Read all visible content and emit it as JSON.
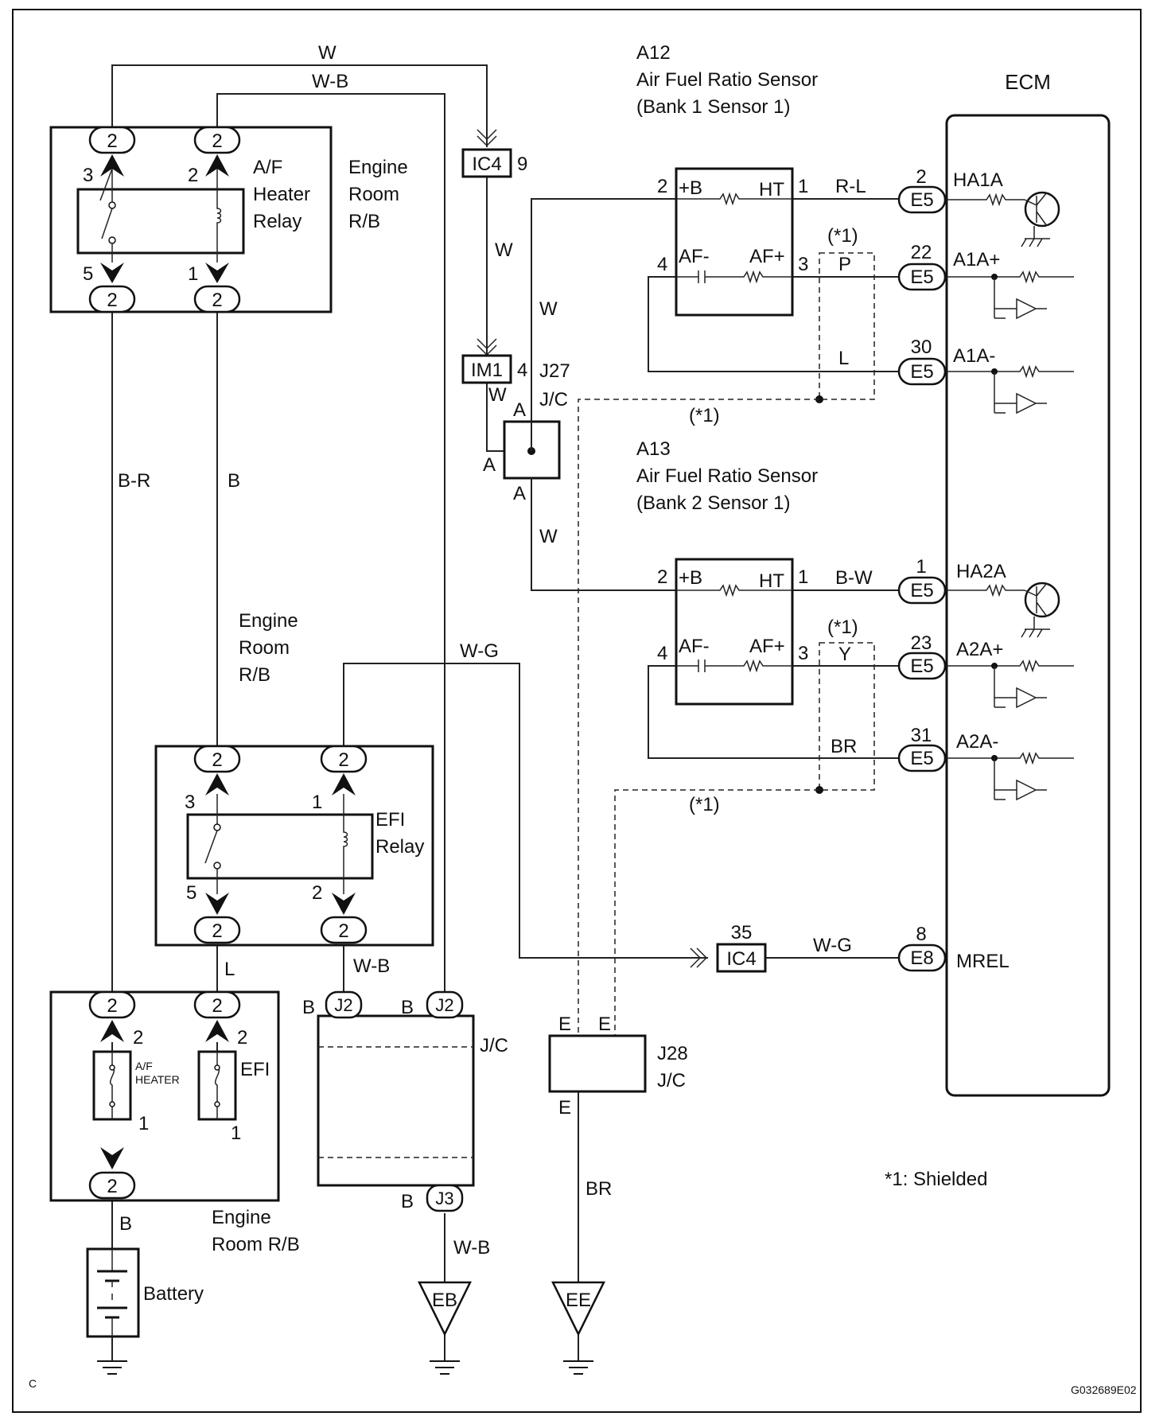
{
  "components": {
    "af_heater_relay": [
      "A/F",
      "Heater",
      "Relay"
    ],
    "engine_room_rb_top": [
      "Engine",
      "Room",
      "R/B"
    ],
    "engine_room_rb_mid": [
      "Engine",
      "Room",
      "R/B"
    ],
    "efi_relay": [
      "EFI",
      "Relay"
    ],
    "engine_room_rb_bottom": [
      "Engine",
      "Room R/B"
    ],
    "fuse_af_heater": [
      "A/F",
      "HEATER"
    ],
    "fuse_efi": "EFI",
    "battery": "Battery",
    "jc_mid": "J/C",
    "j27": [
      "J27",
      "J/C"
    ],
    "j28": [
      "J28",
      "J/C"
    ],
    "ecm": "ECM",
    "a12": [
      "A12",
      "Air Fuel Ratio Sensor",
      "(Bank 1 Sensor 1)"
    ],
    "a13": [
      "A13",
      "Air Fuel Ratio Sensor",
      "(Bank 2 Sensor 1)"
    ],
    "ground_eb": "EB",
    "ground_ee": "EE"
  },
  "connectors": {
    "ic4_top": {
      "id": "IC4",
      "pin": "9"
    },
    "im1": {
      "id": "IM1",
      "pin": "4"
    },
    "ic4_bottom": {
      "id": "IC4",
      "pin": "35"
    },
    "j2_left": {
      "id": "J2",
      "pin": "B"
    },
    "j2_right": {
      "id": "J2",
      "pin": "B"
    },
    "j3": {
      "id": "J3",
      "pin": "B"
    }
  },
  "wires": {
    "w_top": "W",
    "wb_top": "W-B",
    "w_ic4": "W",
    "w_riser": "W",
    "w_im1": "W",
    "w_lower": "W",
    "br_left": "B-R",
    "b_left": "B",
    "wg_mid": "W-G",
    "wg_ecm": "W-G",
    "l": "L",
    "wb_mid": "W-B",
    "wb_bottom": "W-B",
    "b_batt": "B",
    "br_bottom": "BR",
    "rl": "R-L",
    "p": "P",
    "l_sensor": "L",
    "bw": "B-W",
    "y": "Y",
    "br_sensor": "BR"
  },
  "sensor_pins": {
    "plus_b": "+B",
    "ht": "HT",
    "af_minus": "AF-",
    "af_plus": "AF+"
  },
  "ecm_terminals": [
    {
      "pin": "2",
      "conn": "E5",
      "name": "HA1A"
    },
    {
      "pin": "22",
      "conn": "E5",
      "name": "A1A+"
    },
    {
      "pin": "30",
      "conn": "E5",
      "name": "A1A-"
    },
    {
      "pin": "1",
      "conn": "E5",
      "name": "HA2A"
    },
    {
      "pin": "23",
      "conn": "E5",
      "name": "A2A+"
    },
    {
      "pin": "31",
      "conn": "E5",
      "name": "A2A-"
    },
    {
      "pin": "8",
      "conn": "E8",
      "name": "MREL"
    }
  ],
  "shield_mark": "(*1)",
  "note": "*1: Shielded",
  "corner_letter": "C",
  "figure_code": "G032689E02"
}
